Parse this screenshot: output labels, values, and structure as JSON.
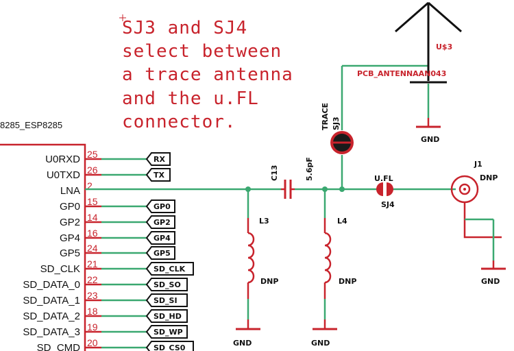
{
  "note": [
    "SJ3 and SJ4",
    "select between",
    "a trace antenna",
    "and the u.FL",
    "connector."
  ],
  "module_name": "8285_ESP8285",
  "pins": [
    {
      "name": "U0RXD",
      "num": "25",
      "net": "RX"
    },
    {
      "name": "U0TXD",
      "num": "26",
      "net": "TX"
    },
    {
      "name": "LNA",
      "num": "2",
      "net": ""
    },
    {
      "name": "GP0",
      "num": "15",
      "net": "GP0"
    },
    {
      "name": "GP2",
      "num": "14",
      "net": "GP2"
    },
    {
      "name": "GP4",
      "num": "16",
      "net": "GP4"
    },
    {
      "name": "GP5",
      "num": "24",
      "net": "GP5"
    },
    {
      "name": "SD_CLK",
      "num": "21",
      "net": "SD_CLK"
    },
    {
      "name": "SD_DATA_0",
      "num": "22",
      "net": "SD_SO"
    },
    {
      "name": "SD_DATA_1",
      "num": "23",
      "net": "SD_SI"
    },
    {
      "name": "SD_DATA_2",
      "num": "18",
      "net": "SD_HD"
    },
    {
      "name": "SD_DATA_3",
      "num": "19",
      "net": "SD_WP"
    },
    {
      "name": "SD_CMD",
      "num": "20",
      "net": "SD_CS0"
    }
  ],
  "components": {
    "c13_name": "C13",
    "c13_value": "5.6pF",
    "l3_name": "L3",
    "l3_value": "DNP",
    "l4_name": "L4",
    "l4_value": "DNP",
    "sj3_name": "SJ3",
    "sj3_label": "TRACE",
    "sj4_name": "SJ4",
    "sj4_label": "U.FL",
    "u3_name": "U$3",
    "u3_value": "PCB_ANTENNAAN043",
    "j1_name": "J1",
    "j1_value": "DNP",
    "gnd": "GND"
  }
}
